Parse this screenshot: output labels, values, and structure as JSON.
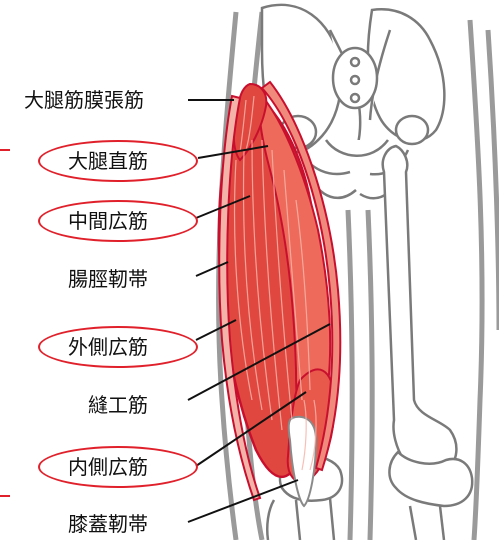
{
  "colors": {
    "muscle": "#e0473f",
    "muscle_light": "#f08a7c",
    "muscle_outline": "#c8102e",
    "bone_fill": "#ffffff",
    "bone_stroke": "#7a7a7a",
    "background_stroke": "#9a9a9a",
    "highlight_ring": "#e0212b",
    "text": "#111111"
  },
  "labels": {
    "tfl": "大腿筋膜張筋",
    "rectus_femoris": "大腿直筋",
    "vastus_intermedius": "中間広筋",
    "it_band": "腸脛靭帯",
    "vastus_lateralis": "外側広筋",
    "sartorius": "縫工筋",
    "vastus_medialis": "内側広筋",
    "patellar_ligament": "膝蓋靭帯"
  },
  "highlighted": [
    "rectus_femoris",
    "vastus_intermedius",
    "vastus_lateralis",
    "vastus_medialis"
  ]
}
